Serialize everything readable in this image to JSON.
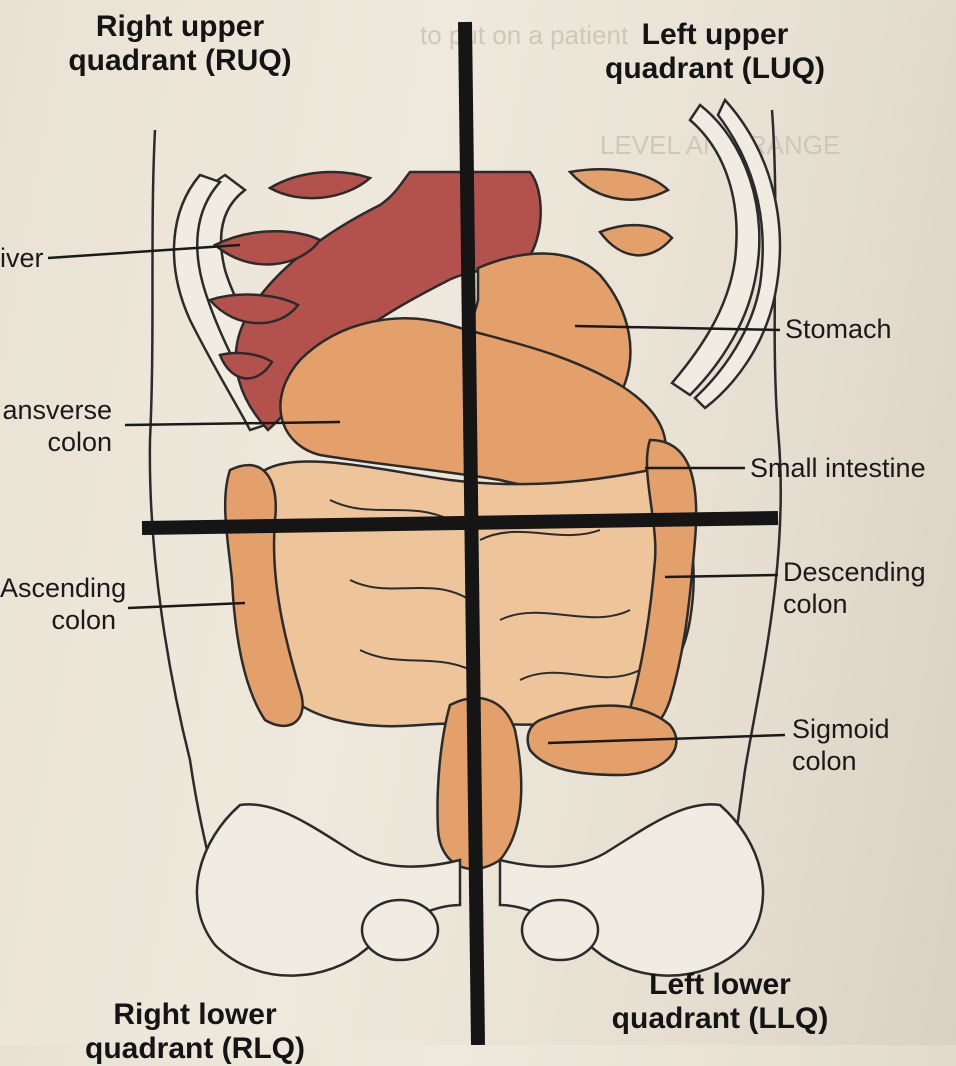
{
  "quadrants": {
    "ruq": "Right upper\nquadrant (RUQ)",
    "luq": "Left upper\nquadrant (LUQ)",
    "rlq": "Right lower\nquadrant (RLQ)",
    "llq": "Left lower\nquadrant (LLQ)"
  },
  "labels": {
    "liver": "iver",
    "transverse_colon": "ansverse\ncolon",
    "ascending_colon": "Ascending\ncolon",
    "stomach": "Stomach",
    "small_intestine": "Small intestine",
    "descending_colon": "Descending\ncolon",
    "sigmoid_colon": "Sigmoid\ncolon"
  },
  "colors": {
    "paper": "#ece5d8",
    "liver": "#b3524d",
    "organ_orange": "#e3a06a",
    "intestine_light": "#eec59a",
    "bone_fill": "#f1ece2",
    "outline": "#2b2b2b",
    "quadrant_line": "#151515"
  }
}
